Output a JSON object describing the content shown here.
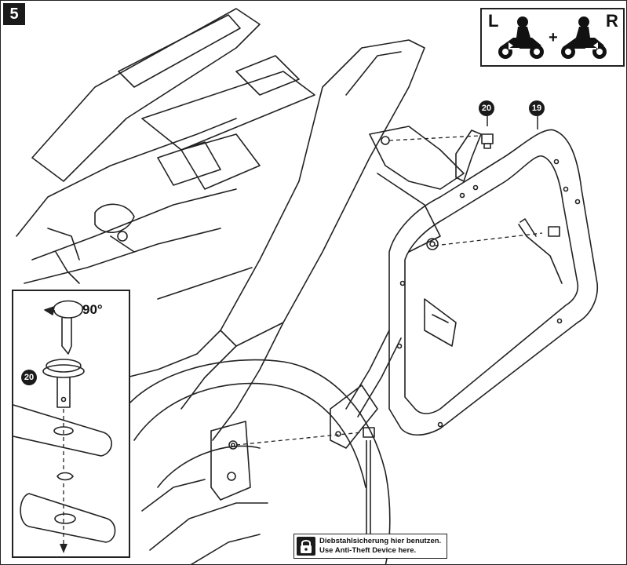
{
  "step": {
    "number": "5"
  },
  "side_indicator": {
    "left_label": "L",
    "right_label": "R",
    "plus": "+"
  },
  "callouts": {
    "bolt": "20",
    "carrier": "19",
    "inset_bolt": "20"
  },
  "inset": {
    "rotation_label": "90°"
  },
  "anti_theft_note": {
    "line_de": "Diebstahlsicherung hier benutzen.",
    "line_en": "Use Anti-Theft Device here."
  },
  "icons": {
    "step": "step-number-badge",
    "rider_left": "motorcycle-rider-icon",
    "rider_right": "motorcycle-rider-icon",
    "lock": "lock-icon",
    "rotation": "rotate-arrow-icon"
  },
  "colors": {
    "ink": "#1a1a1a",
    "line": "#222222",
    "paper": "#ffffff"
  }
}
